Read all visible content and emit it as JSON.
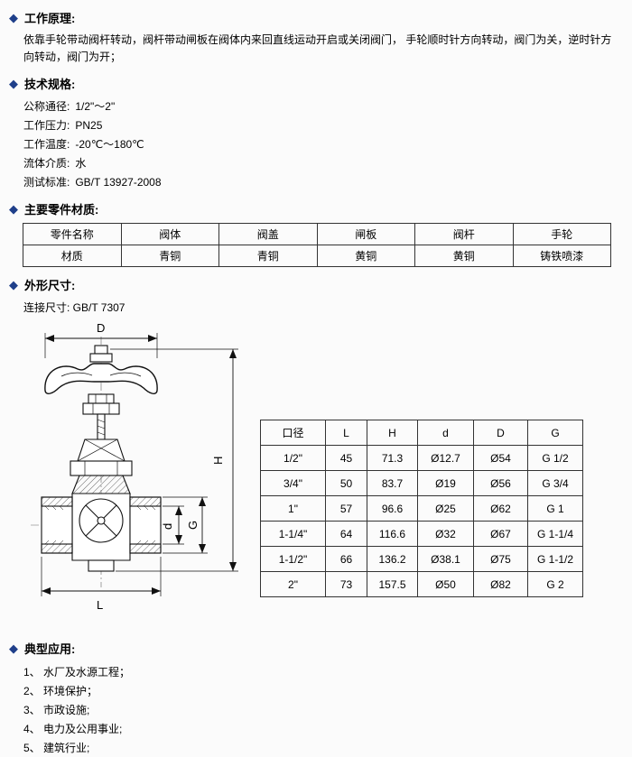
{
  "page": {
    "accent": "#1f3f8a",
    "bullet": "◆",
    "bg": "#fbfbfb"
  },
  "principle": {
    "title": "工作原理:",
    "body": "依靠手轮带动阀杆转动，阀杆带动闸板在阀体内来回直线运动开启或关闭阀门， 手轮顺时针方向转动，阀门为关，逆时针方向转动，阀门为开；"
  },
  "specs": {
    "title": "技术规格:",
    "items": [
      {
        "label": "公称通径:",
        "value": "1/2\"～2\""
      },
      {
        "label": "工作压力:",
        "value": "PN25"
      },
      {
        "label": "工作温度:",
        "value": "-20℃～180℃"
      },
      {
        "label": "流体介质:",
        "value": "水"
      },
      {
        "label": "测试标准:",
        "value": "GB/T 13927-2008"
      }
    ]
  },
  "materials": {
    "title": "主要零件材质:",
    "headers": [
      "零件名称",
      "阀体",
      "阀盖",
      "闸板",
      "阀杆",
      "手轮"
    ],
    "row": [
      "材质",
      "青铜",
      "青铜",
      "黄铜",
      "黄铜",
      "铸铁喷漆"
    ]
  },
  "dimensions": {
    "title": "外形尺寸:",
    "connection": "连接尺寸: GB/T 7307",
    "labels": {
      "D": "D",
      "H": "H",
      "d": "d",
      "G": "G",
      "L": "L"
    },
    "table": {
      "headers": [
        "口径",
        "L",
        "H",
        "d",
        "D",
        "G"
      ],
      "rows": [
        [
          "1/2\"",
          "45",
          "71.3",
          "Ø12.7",
          "Ø54",
          "G 1/2"
        ],
        [
          "3/4\"",
          "50",
          "83.7",
          "Ø19",
          "Ø56",
          "G 3/4"
        ],
        [
          "1\"",
          "57",
          "96.6",
          "Ø25",
          "Ø62",
          "G 1"
        ],
        [
          "1-1/4\"",
          "64",
          "116.6",
          "Ø32",
          "Ø67",
          "G 1-1/4"
        ],
        [
          "1-1/2\"",
          "66",
          "136.2",
          "Ø38.1",
          "Ø75",
          "G 1-1/2"
        ],
        [
          "2\"",
          "73",
          "157.5",
          "Ø50",
          "Ø82",
          "G 2"
        ]
      ]
    }
  },
  "applications": {
    "title": "典型应用:",
    "items": [
      "1、 水厂及水源工程；",
      "2、 环境保护；",
      "3、 市政设施;",
      "4、 电力及公用事业;",
      "5、 建筑行业;"
    ]
  }
}
